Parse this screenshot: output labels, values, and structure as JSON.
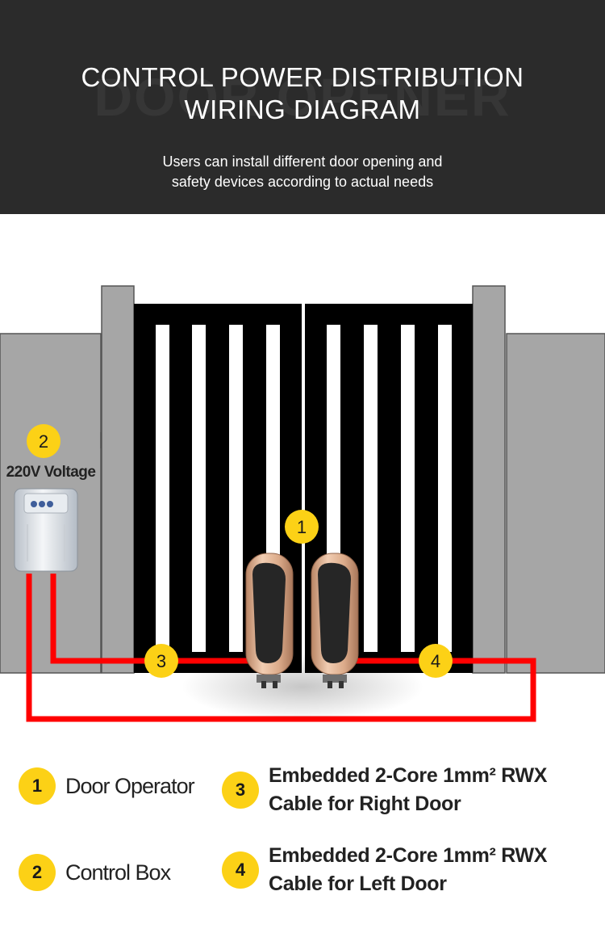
{
  "header": {
    "watermark": "DOOR OPENER",
    "title_line1": "CONTROL POWER DISTRIBUTION",
    "title_line2": "WIRING DIAGRAM",
    "subtitle_line1": "Users can install different door opening and",
    "subtitle_line2": "safety devices according to actual needs"
  },
  "diagram": {
    "voltage_label": "220V Voltage",
    "markers": {
      "m1": "1",
      "m2": "2",
      "m3": "3",
      "m4": "4"
    }
  },
  "legend": [
    {
      "number": "1",
      "lines": [
        "Door Operator"
      ]
    },
    {
      "number": "2",
      "lines": [
        "Control Box"
      ]
    },
    {
      "number": "3",
      "lines": [
        "Embedded 2-Core 1mm² RWX",
        "Cable for Right Door"
      ]
    },
    {
      "number": "4",
      "lines": [
        "Embedded 2-Core 1mm² RWX",
        "Cable for Left Door"
      ]
    }
  ],
  "colors": {
    "header_bg": "#2b2b2b",
    "badge": "#fcd116",
    "cable": "#ff0000",
    "wall": "#a6a6a6",
    "gate": "#000000",
    "operator": "#d9a987"
  }
}
